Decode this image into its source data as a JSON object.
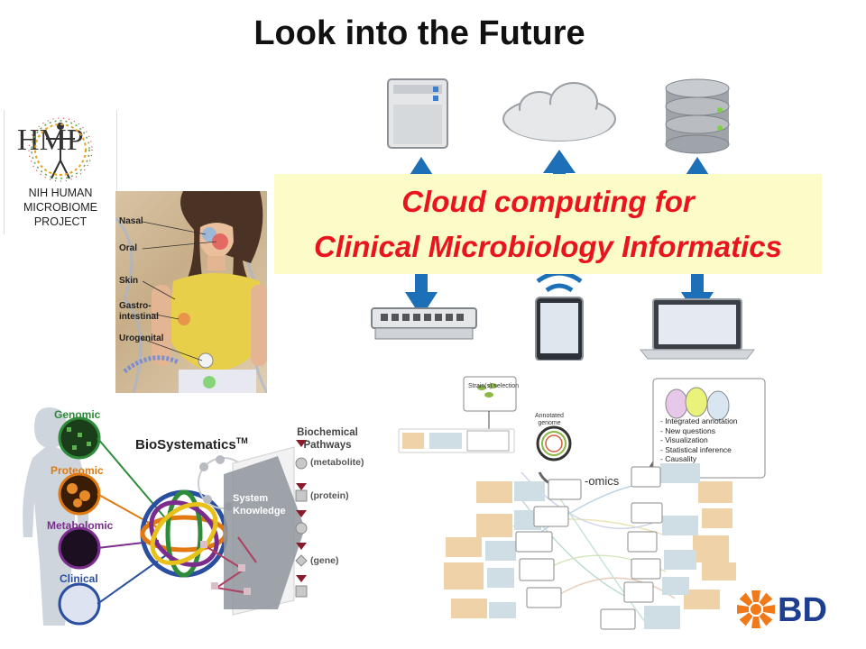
{
  "title": "Look into the Future",
  "hmp_logo": {
    "mark": "HMP",
    "lines": [
      "NIH HUMAN",
      "MICROBIOME",
      "PROJECT"
    ]
  },
  "body_sites": [
    "Nasal",
    "Oral",
    "Skin",
    "Gastro-",
    "intestinal",
    "Urogenital"
  ],
  "banner": {
    "line1": "Cloud computing for",
    "line2": "Clinical Microbiology Informatics"
  },
  "colors": {
    "banner_bg": "#fcfcc8",
    "banner_text": "#e8141e",
    "arrow": "#1d6fb8",
    "bd_orange": "#f07a1a",
    "bd_blue": "#1e3f8f"
  },
  "devices": {
    "top": [
      "server-icon",
      "cloud-icon",
      "database-icon"
    ],
    "bottom": [
      "network-switch-icon",
      "tablet-icon",
      "laptop-icon"
    ]
  },
  "biosystematics": {
    "title": "BioSystematics",
    "tm": "TM",
    "omics": [
      {
        "label": "Genomic",
        "color": "#2e8b3a"
      },
      {
        "label": "Proteomic",
        "color": "#e07a10"
      },
      {
        "label": "Metabolomic",
        "color": "#7a2d8c"
      },
      {
        "label": "Clinical",
        "color": "#2a4fa0"
      }
    ],
    "system_knowledge": [
      "System",
      "Knowledge"
    ],
    "pathways_title": [
      "Biochemical",
      "Pathways"
    ],
    "pathway_labels": [
      "(metabolite)",
      "(protein)",
      "(gene)"
    ]
  },
  "omics_diagram": {
    "strain_label": "Strain(s) selection",
    "annotated_genome": [
      "Annotated",
      "genome"
    ],
    "omics_label": "-omics",
    "features": [
      "- Integrated annotation",
      "- New questions",
      "- Visualization",
      "- Statistical inference",
      "- Causality"
    ]
  },
  "bd_logo": {
    "text": "BD"
  }
}
